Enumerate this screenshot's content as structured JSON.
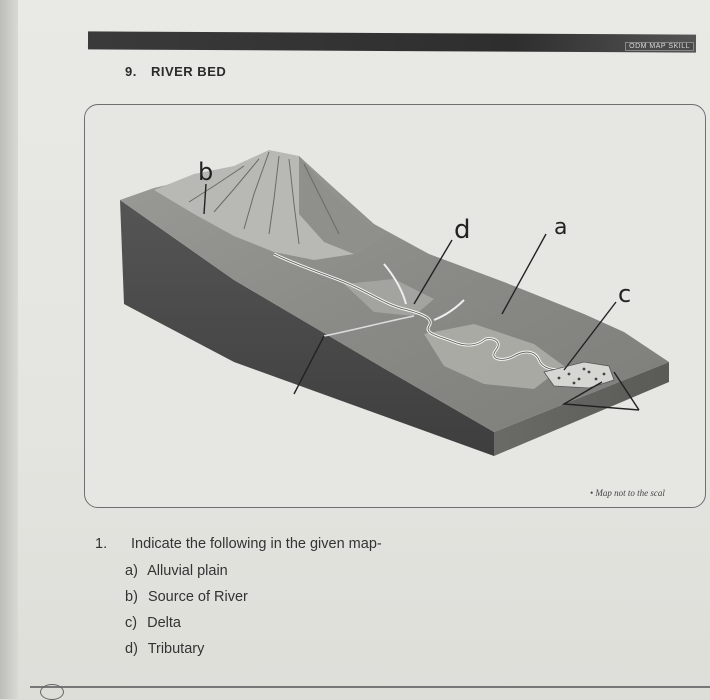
{
  "header": {
    "tag": "ODM MAP SKILL",
    "section_number": "9.",
    "section_title": "RIVER BED"
  },
  "map": {
    "labels": {
      "a": "a",
      "b": "b",
      "c": "c",
      "d": "d"
    },
    "note": "• Map not to the scal"
  },
  "question": {
    "number": "1.",
    "prompt": "Indicate the following in the given map-",
    "options": [
      {
        "marker": "a)",
        "text": "Alluvial plain"
      },
      {
        "marker": "b)",
        "text": "Source of River"
      },
      {
        "marker": "c)",
        "text": "Delta"
      },
      {
        "marker": "d)",
        "text": "Tributary"
      }
    ]
  },
  "colors": {
    "paper": "#e6e6e2",
    "ink": "#333333",
    "header_bar": "#2e2e2e"
  }
}
